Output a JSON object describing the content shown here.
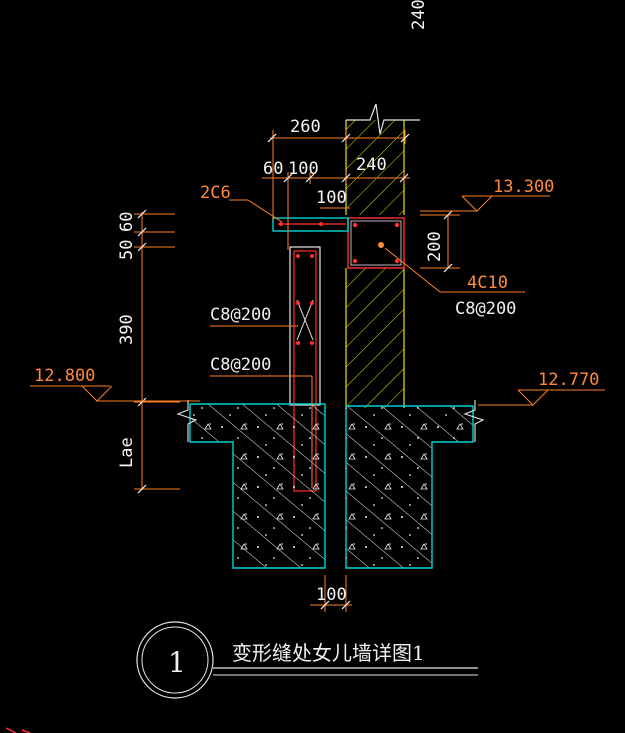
{
  "dimensions": {
    "top_right": "240",
    "width_260": "260",
    "width_60": "60",
    "width_100_top": "100",
    "width_240": "240",
    "width_100_mid": "100",
    "height_60": "60",
    "height_50": "50",
    "height_390": "390",
    "height_200": "200",
    "lae": "Lae",
    "gap_100": "100"
  },
  "rebar_labels": {
    "two_c6": "2C6",
    "c8_200_upper": "C8@200",
    "c8_200_lower": "C8@200",
    "four_c10": "4C10",
    "c8_200_beam": "C8@200"
  },
  "elevations": {
    "left": "12.800",
    "right": "12.770",
    "top": "13.300"
  },
  "title": {
    "number": "1",
    "text": "变形缝处女儿墙详图1"
  },
  "colors": {
    "background": "#000000",
    "dim_lines": "#ff7f27",
    "text": "#f5f5f5",
    "concrete": "#00d2d2",
    "masonry": "#e6e600",
    "rebar": "#ff3030",
    "outline": "#e6e6e6"
  }
}
